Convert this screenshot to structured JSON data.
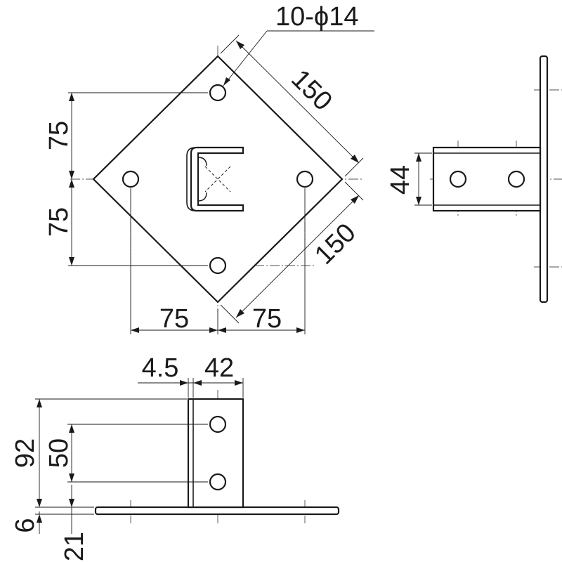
{
  "drawing": {
    "labels": {
      "holes": "10-ϕ14",
      "diag_top": "150",
      "diag_bottom": "150",
      "top_v1": "75",
      "top_v2": "75",
      "top_h1": "75",
      "top_h2": "75",
      "side_w": "44",
      "front_gap": "4.5",
      "front_w": "42",
      "front_h": "92",
      "front_pitch": "50",
      "front_plate": "6",
      "front_base": "21"
    }
  }
}
